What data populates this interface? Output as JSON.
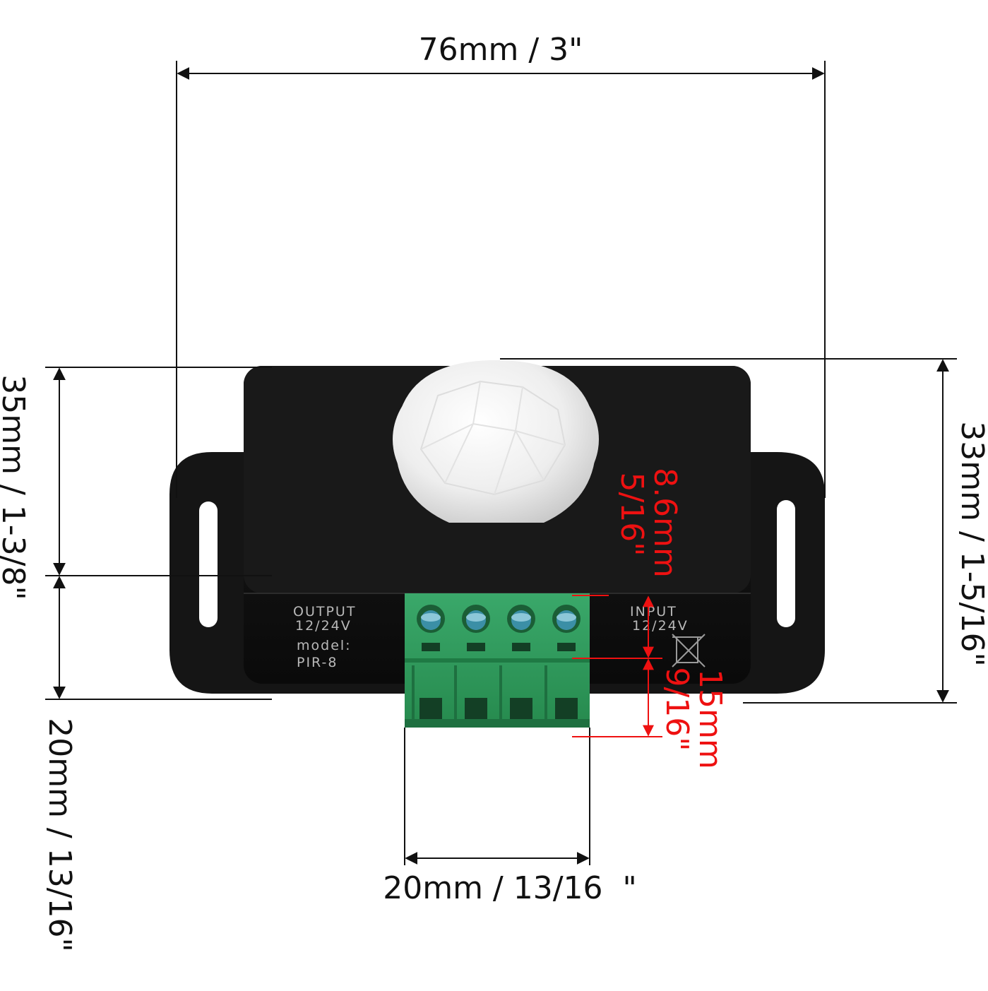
{
  "dimensions": {
    "width_top": "76mm / 3\"",
    "height_left_body": "35mm / 1-3/8\"",
    "height_left_terminal": "20mm / 13/16\"",
    "height_right": "33mm / 1-5/16\"",
    "terminal_width": "20mm / 13/16  \"",
    "terminal_top_mm": "8.6mm",
    "terminal_top_in": "5/16\"",
    "terminal_depth_mm": "15mm",
    "terminal_depth_in": "9/16\""
  },
  "device": {
    "output_label": "OUTPUT",
    "output_voltage": "12/24V",
    "model_label": "model:",
    "model_name": "PIR-8",
    "input_label": "INPUT",
    "input_voltage": "12/24V",
    "body_color": "#121212",
    "dome_color": "#f1f1f1",
    "terminal_color": "#2e9a5a",
    "dimension_line_color": "#111111",
    "accent_dimension_color": "#ee1111"
  }
}
